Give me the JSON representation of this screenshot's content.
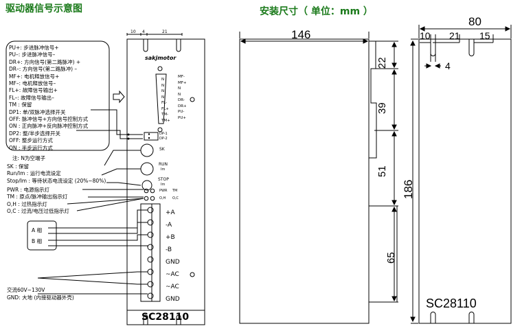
{
  "titles": {
    "wiring": "驱动器信号示意图",
    "dimensions": "安装尺寸（ 单位：mm ）"
  },
  "signal_legend": [
    "PU+:  步进脉冲信号+",
    "PU–:  步进脉冲信号–",
    "DR+:  方向信号(第二路脉冲) +",
    "DR–:  方向信号(第二路脉冲) –",
    "MF+:  电机释放信号+",
    "MF–:  电机释放信号–",
    "FL+:  故障信号输出+",
    "FL–:  故障信号输出–",
    "TM :  保留",
    "DP1: 单/双脉冲选择开关",
    "   OFF:  脉冲信号+方向信号控制方式",
    "   ON  :  正向脉冲+反向脉冲控制方式",
    "DP2: 整/半步选择开关",
    "   OFF:  整步运行方式",
    "   ON  :  半步运行方式"
  ],
  "note": "注:   N为空端子",
  "control_legend": [
    "SK         :  保留",
    "Run/Im   :  运行电流设定",
    "Stop/Im  :  等待状态电流设定 (20%~80%)"
  ],
  "indicator_legend": [
    "PWR   :  电源指示灯",
    "TM     :  原点/脉冲输出指示灯",
    "O,H    :  过热指示灯",
    "O,C    :  过流/电压过低指示灯"
  ],
  "phase_labels": [
    "A 相",
    "B 相"
  ],
  "power_notes": [
    "交流60V~130V",
    "GND:  大地 (内接驱动器外壳)"
  ],
  "front_panel": {
    "logo": "sakjmotor",
    "top_dims": [
      "10",
      "4",
      "21"
    ],
    "connector_left_pins": [
      "N",
      "N",
      "N",
      "N",
      "FL-",
      "FL+",
      "TM-",
      "TM+"
    ],
    "connector_right_pins": [
      "MF-",
      "MF+",
      "N",
      "N",
      "DR-",
      "DR+",
      "PU-",
      "PU+"
    ],
    "dip_labels": [
      "DP-1",
      "DP-2"
    ],
    "knobs": {
      "sk": "SK",
      "run": "RUN",
      "run_sub": "Im",
      "stop": "STOP",
      "stop_sub": "Im"
    },
    "leds": [
      "PWR",
      "TM",
      "O,H",
      "O,C"
    ],
    "terminals": [
      "+A",
      "-A",
      "+B",
      "-B",
      "GND",
      "~AC",
      "~AC",
      "GND"
    ],
    "model": "SC28110"
  },
  "dimensions": {
    "side_width": "146",
    "side_heights": [
      "22",
      "39",
      "51",
      "65"
    ],
    "front_total_width": "80",
    "front_widths": [
      "10",
      "21",
      "15"
    ],
    "slot_width": "4",
    "front_height": "186",
    "model": "SC28110"
  }
}
